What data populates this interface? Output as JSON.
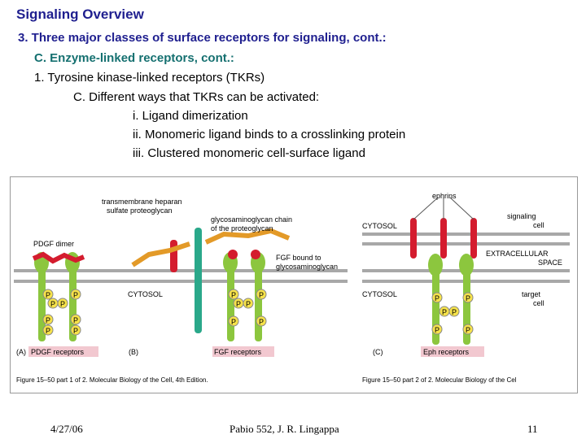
{
  "slide": {
    "title": "Signaling Overview",
    "line1": "3.  Three major classes of  surface receptors for signaling, cont.:",
    "line2": "C.  Enzyme-linked receptors, cont.:",
    "line3": "1.  Tyrosine kinase-linked receptors (TKRs)",
    "line4": "C. Different ways that TKRs can be activated:",
    "line5": "i.  Ligand dimerization",
    "line6": "ii.  Monomeric ligand binds to a crosslinking protein",
    "line7": "iii.  Clustered monomeric cell-surface ligand"
  },
  "figure": {
    "panel_a_letter": "(A)",
    "panel_a_label": "PDGF receptors",
    "pdgf_dimer": "PDGF dimer",
    "panel_b_letter": "(B)",
    "panel_b_label": "FGF receptors",
    "heparan_label_1": "transmembrane heparan",
    "heparan_label_2": "sulfate proteoglycan",
    "gag_label_1": "glycosaminoglycan chain",
    "gag_label_2": "of the proteoglycan",
    "fgf_label_1": "FGF bound to",
    "fgf_label_2": "glycosaminoglycan",
    "cytosol_b": "CYTOSOL",
    "panel_c_letter": "(C)",
    "panel_c_label": "Eph receptors",
    "ephrins": "ephrins",
    "cytosol_c_top": "CYTOSOL",
    "cytosol_c_bottom": "CYTOSOL",
    "signaling_cell_1": "signaling",
    "signaling_cell_2": "cell",
    "extracellular_1": "EXTRACELLULAR",
    "extracellular_2": "SPACE",
    "target_cell_1": "target",
    "target_cell_2": "cell",
    "phospho": "P",
    "caption_left": "Figure 15–50 part 1 of 2. Molecular Biology of the Cell, 4th Edition.",
    "caption_right": "Figure 15–50 part 2 of 2. Molecular Biology of the Cel"
  },
  "footer": {
    "date": "4/27/06",
    "course": "Pabio 552,  J. R. Lingappa",
    "page": "11"
  }
}
